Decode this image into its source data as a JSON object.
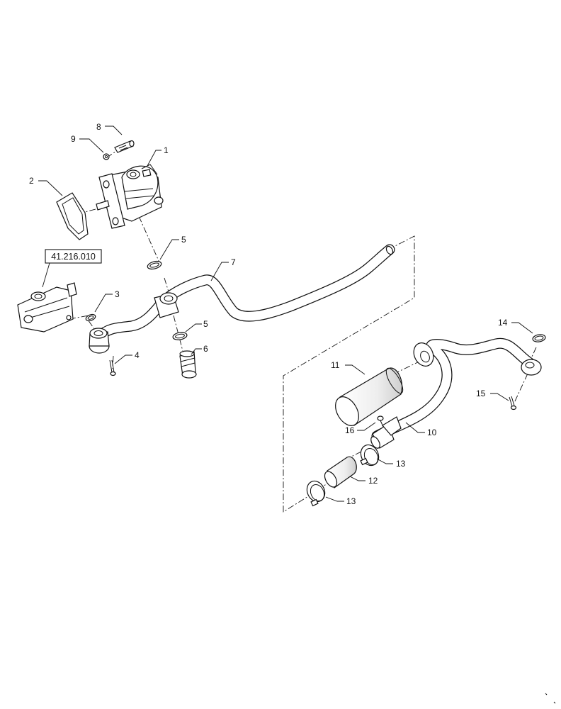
{
  "reference": "41.216.010",
  "callouts": {
    "c1": "1",
    "c2": "2",
    "c3": "3",
    "c4": "4",
    "c5a": "5",
    "c5b": "5",
    "c6": "6",
    "c7": "7",
    "c8": "8",
    "c9": "9",
    "c10": "10",
    "c11": "11",
    "c12": "12",
    "c13a": "13",
    "c13b": "13",
    "c14": "14",
    "c15": "15",
    "c16": "16"
  }
}
